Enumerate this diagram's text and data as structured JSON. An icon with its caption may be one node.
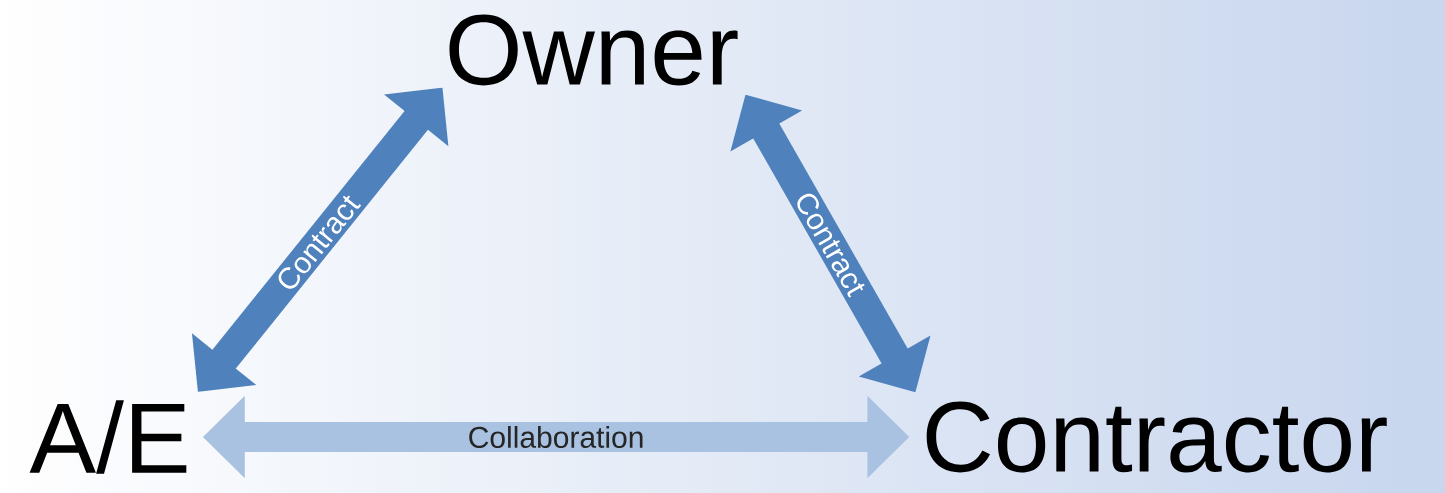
{
  "diagram": {
    "nodes": [
      {
        "text": [
          "Owner"
        ]
      },
      {
        "text": [
          "A/E"
        ]
      },
      {
        "text": [
          "Contractor"
        ]
      }
    ],
    "edges": [
      {
        "from": 0,
        "to": 1,
        "arrow": "both",
        "label": "Contract"
      },
      {
        "from": 0,
        "to": 2,
        "arrow": "both",
        "label": "Contract"
      },
      {
        "from": 1,
        "to": 2,
        "arrow": "both",
        "label": "Collaboration",
        "color": "#a9c2e2"
      }
    ]
  }
}
